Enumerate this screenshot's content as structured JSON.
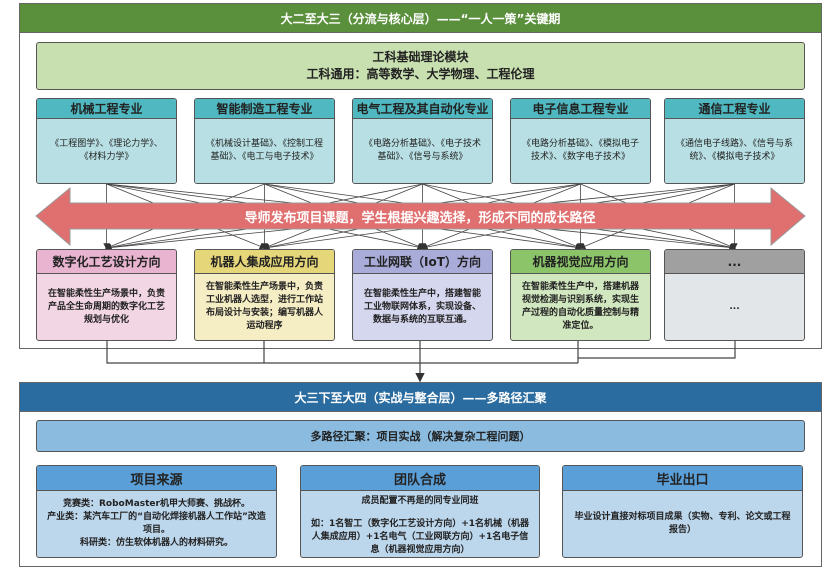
{
  "stage1": {
    "title": "大二至大三（分流与核心层）——“一人一策”关键期",
    "theory": {
      "title": "工科基础理论模块",
      "subtitle": "工科通用：高等数学、大学物理、工程伦理"
    },
    "majors": [
      {
        "name": "机械工程专业",
        "courses": "《工程图学》、《理论力学》、《材料力学》"
      },
      {
        "name": "智能制造工程专业",
        "courses": "《机械设计基础》、《控制工程基础》、《电工与电子技术》"
      },
      {
        "name": "电气工程及其自动化专业",
        "courses": "《电路分析基础》、《电子技术基础》、《信号与系统》"
      },
      {
        "name": "电子信息工程专业",
        "courses": "《电路分析基础》、《模拟电子技术》、《数字电子技术》"
      },
      {
        "name": "通信工程专业",
        "courses": "《通信电子线路》、《信号与系统》、《模拟电子技术》"
      }
    ],
    "banner": "导师发布项目课题，学生根据兴趣选择，形成不同的成长路径",
    "directions": [
      {
        "name": "数字化工艺设计方向",
        "desc": "在智能柔性生产场景中，负责产品全生命周期的数字化工艺规划与优化",
        "head": "#e8b4d0",
        "body": "#f3d6e4"
      },
      {
        "name": "机器人集成应用方向",
        "desc": "在智能柔性生产场景中，负责工业机器人选型，进行工作站布局设计与安装；编写机器人运动程序",
        "head": "#e6d67a",
        "body": "#f5edc4"
      },
      {
        "name": "工业网联（IoT）方向",
        "desc": "在智能柔性生产中，搭建智能工业物联网体系，实现设备、数据与系统的互联互通。",
        "head": "#a9acd9",
        "body": "#d5d7ef"
      },
      {
        "name": "机器视觉应用方向",
        "desc": "在智能柔性生产中，搭建机器视觉检测与识别系统，实现生产过程的自动化质量控制与精准定位。",
        "head": "#8cc46a",
        "body": "#d0e7bf"
      },
      {
        "name": "...",
        "desc": "...",
        "head": "#a0a0a0",
        "body": "#e3e6e8"
      }
    ]
  },
  "stage2": {
    "title": "大三下至大四（实战与整合层）——多路径汇聚",
    "banner": "多路径汇聚：项目实战（解决复杂工程问题）",
    "cards": [
      {
        "title": "项目来源",
        "lines": [
          "竞赛类：RoboMaster机甲大师赛、挑战杯。",
          "产业类：某汽车工厂的“自动化焊接机器人工作站”改造项目。",
          "科研类：仿生软体机器人的材料研究。"
        ]
      },
      {
        "title": "团队合成",
        "lines": [
          "成员配置不再是的同专业同班",
          "如：1名智工（数字化工艺设计方向）+1名机械（机器人集成应用）+1名电气（工业网联方向）+1名电子信息（机器视觉应用方向）"
        ]
      },
      {
        "title": "毕业出口",
        "lines": [
          "毕业设计直接对标项目成果（实物、专利、论文或工程报告）"
        ]
      }
    ]
  },
  "colors": {
    "green_header": "#5a8f3c",
    "blue_header": "#2a6ca0",
    "arrow": "#e07070"
  }
}
